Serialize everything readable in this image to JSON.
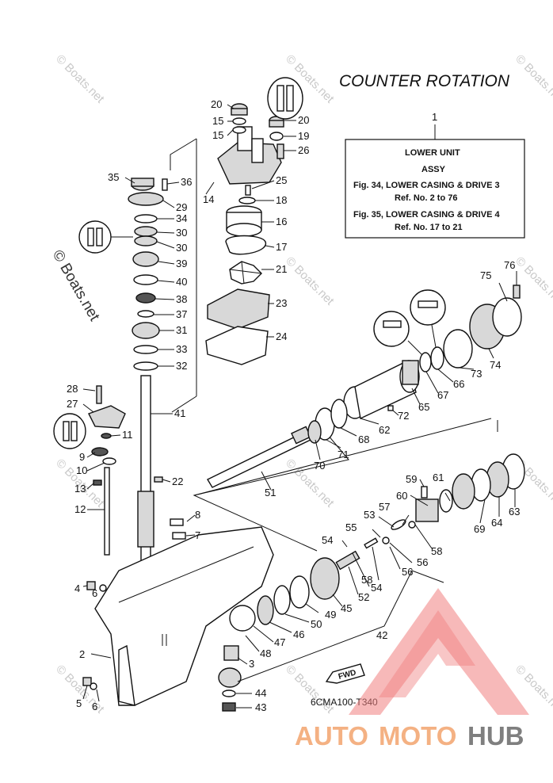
{
  "title": "COUNTER  ROTATION",
  "legend_box": {
    "ref_number": "1",
    "line1": "LOWER UNIT",
    "line2": "ASSY",
    "line3": "Fig. 34, LOWER CASING & DRIVE 3",
    "line4": "Ref. No. 2 to 76",
    "line5": "Fig. 35, LOWER CASING & DRIVE 4",
    "line6": "Ref. No. 17 to 21"
  },
  "watermark_side": "© Boats.net",
  "watermark_small": "© Boats.net",
  "diagram_code": "6CMA100-T340",
  "fwd_label": "FWD",
  "logo": {
    "part1": "AUTO",
    "part2": "MOTO",
    "part3": "HUB",
    "color_main": "#f4b183",
    "color_hub": "#7f7f7f",
    "triangle_color": "#f08080"
  },
  "parts": [
    "2",
    "3",
    "4",
    "5",
    "6",
    "6",
    "7",
    "8",
    "9",
    "10",
    "11",
    "12",
    "13",
    "14",
    "15",
    "15",
    "16",
    "17",
    "18",
    "19",
    "20",
    "20",
    "21",
    "22",
    "23",
    "24",
    "25",
    "26",
    "27",
    "28",
    "29",
    "30",
    "30",
    "31",
    "32",
    "33",
    "34",
    "35",
    "36",
    "37",
    "38",
    "39",
    "40",
    "41",
    "42",
    "43",
    "44",
    "45",
    "46",
    "47",
    "48",
    "49",
    "50",
    "51",
    "52",
    "53",
    "54",
    "54",
    "55",
    "56",
    "56",
    "57",
    "58",
    "58",
    "59",
    "60",
    "61",
    "62",
    "63",
    "64",
    "65",
    "66",
    "67",
    "68",
    "69",
    "70",
    "71",
    "72",
    "73",
    "74",
    "75",
    "76"
  ]
}
